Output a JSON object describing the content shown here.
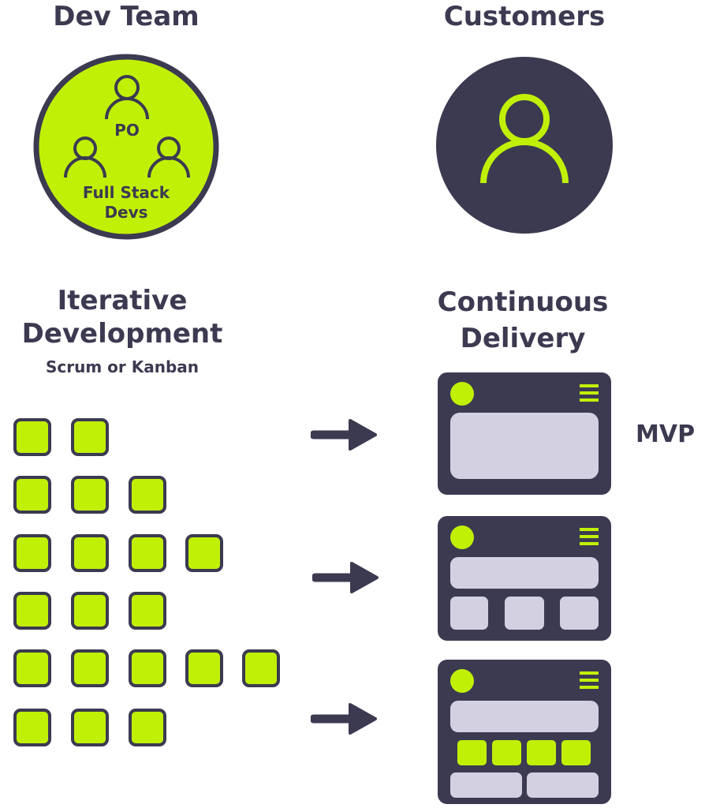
{
  "colors": {
    "dark": "#3c3a51",
    "lime": "#c1f007",
    "panel": "#d3d0e2",
    "white": "#ffffff"
  },
  "dev_team": {
    "title": "Dev Team",
    "po_label": "PO",
    "devs_label_line1": "Full Stack",
    "devs_label_line2": "Devs",
    "icons": [
      "person-icon",
      "person-icon",
      "person-icon"
    ]
  },
  "customers": {
    "title": "Customers",
    "icon": "person-icon"
  },
  "iterative": {
    "title_line1": "Iterative",
    "title_line2": "Development",
    "subtitle": "Scrum or Kanban"
  },
  "backlog_rows": [
    2,
    3,
    4,
    3,
    5,
    3
  ],
  "delivery": {
    "title_line1": "Continuous",
    "title_line2": "Delivery",
    "mvp_label": "MVP",
    "icons": [
      "arrow-right-icon",
      "hamburger-menu-icon"
    ]
  }
}
